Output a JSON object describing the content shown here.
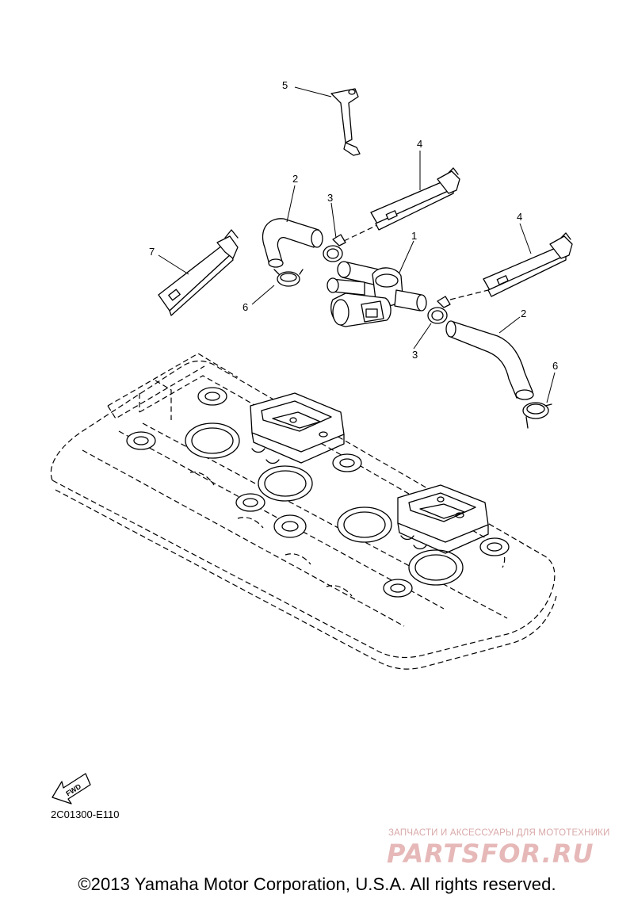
{
  "callouts": {
    "n1": "1",
    "n2a": "2",
    "n2b": "2",
    "n3a": "3",
    "n3b": "3",
    "n4a": "4",
    "n4b": "4",
    "n5": "5",
    "n6a": "6",
    "n6b": "6",
    "n7": "7"
  },
  "fwd_label": "FWD",
  "diagram_code": "2C01300-E110",
  "watermark": {
    "tagline": "ЗАПЧАСТИ И АКСЕССУАРЫ ДЛЯ МОТОТЕХНИКИ",
    "logo": "PARTSFOR.RU"
  },
  "copyright": "©2013 Yamaha Motor Corporation, U.S.A. All rights reserved.",
  "colors": {
    "line": "#000000",
    "watermark": "#e6b8b8"
  }
}
